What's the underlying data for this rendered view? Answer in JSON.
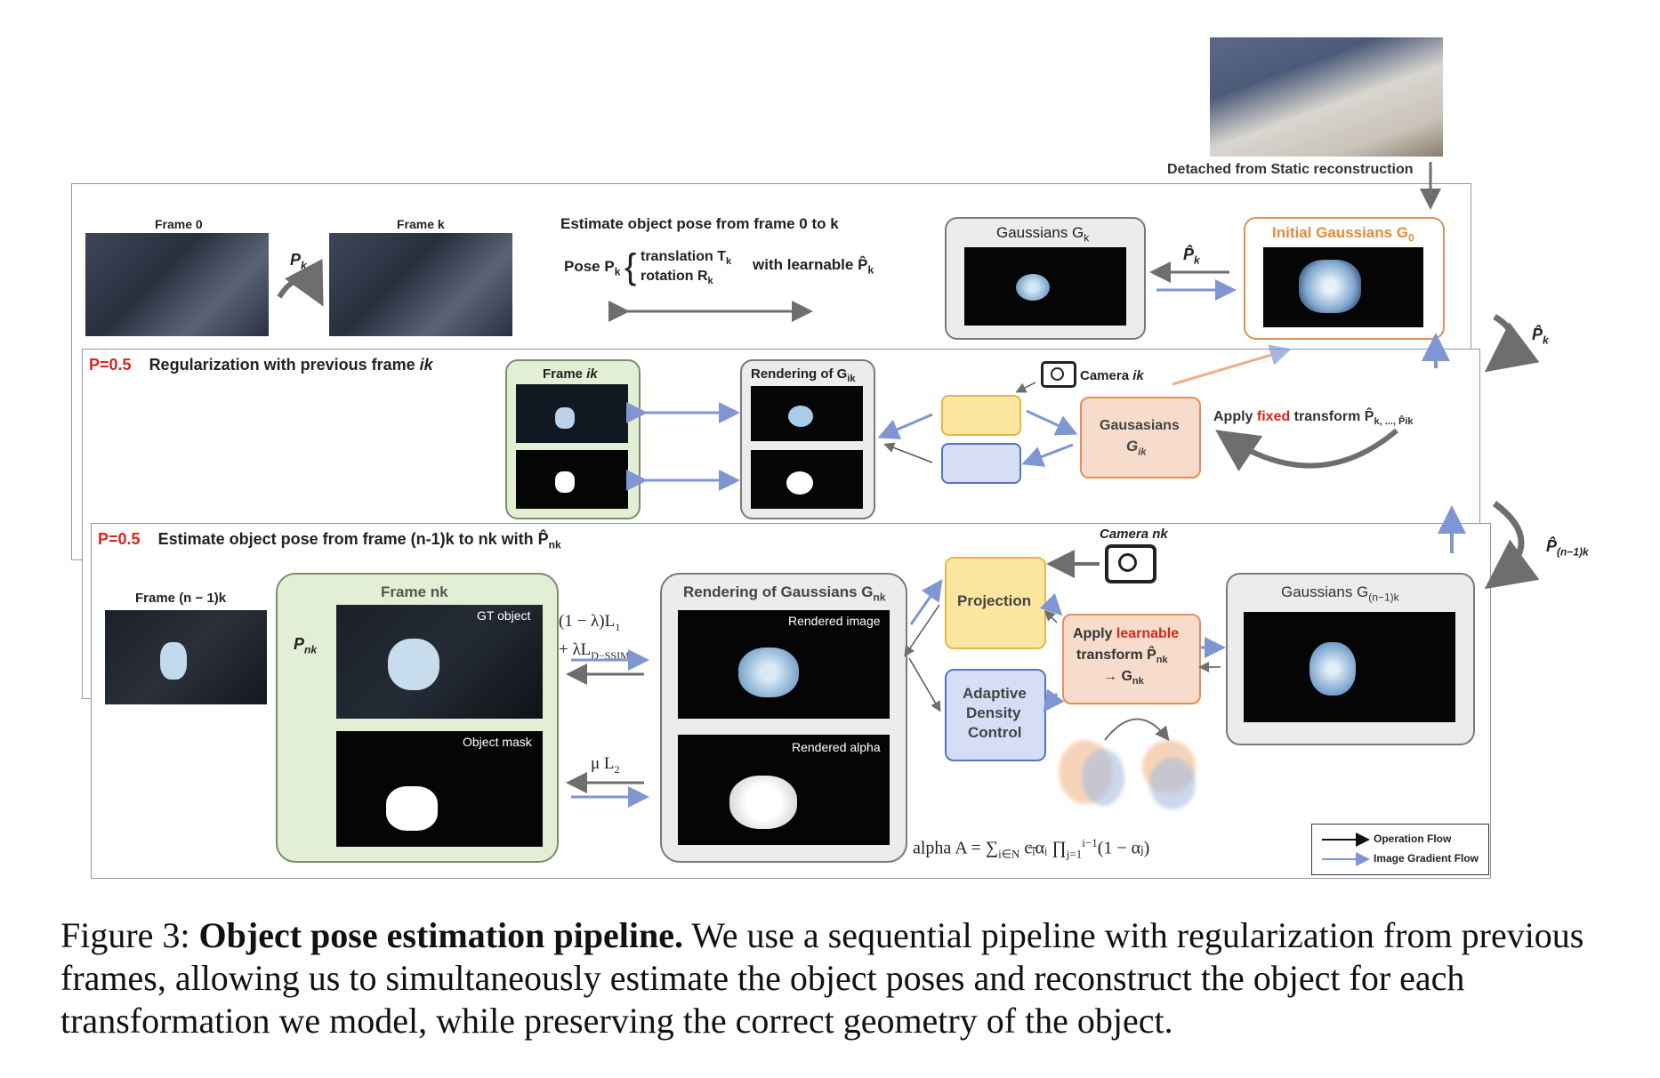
{
  "static_note": "Detached from Static reconstruction",
  "panel_top": {
    "frame0": "Frame 0",
    "framek": "Frame k",
    "pk_label": "P",
    "pk_sub": "k",
    "estimate_title": "Estimate object pose from frame 0 to k",
    "pose_label": "Pose P",
    "pose_sub": "k",
    "translation": "translation T",
    "translation_sub": "k",
    "rotation": "rotation R",
    "rotation_sub": "k",
    "learnable": "with learnable P̂",
    "learnable_sub": "k",
    "gaussians_k": "Gaussians G",
    "gaussians_k_sub": "k",
    "phat_k": "P̂",
    "phat_k_sub": "k",
    "initial_gaussians": "Initial Gaussians G",
    "initial_gaussians_sub": "0",
    "side_phat": "P̂",
    "side_phat_sub": "k"
  },
  "panel_mid": {
    "prob": "P=0.5",
    "title": "Regularization with previous frame ",
    "title_var": "ik",
    "frame_ik": "Frame ",
    "frame_ik_var": "ik",
    "rendering_gik": "Rendering of G",
    "rendering_gik_sub": "ik",
    "camera_ik": "Camera ",
    "camera_ik_var": "ik",
    "gausasians": "Gausasians",
    "gik": "G",
    "gik_sub": "ik",
    "apply_pre": "Apply ",
    "apply_fixed": "fixed",
    "apply_post": " transform P̂",
    "apply_tail": "k, ..., P̂ik"
  },
  "panel_bot": {
    "prob": "P=0.5",
    "title": "Estimate object pose from frame (n-1)k to nk with P̂",
    "title_sub": "nk",
    "frame_n1k": "Frame (n − 1)k",
    "frame_nk": "Frame nk",
    "pnk": "P",
    "pnk_sub": "nk",
    "gt_object": "GT object",
    "object_mask": "Object mask",
    "loss1_a": "(1 − λ)L",
    "loss1_a_sub": "1",
    "loss1_b": "+ λL",
    "loss1_b_sub": "D−SSIM",
    "loss2": "μ L",
    "loss2_sub": "2",
    "rendering_gnk": "Rendering of Gaussians G",
    "rendering_gnk_sub": "nk",
    "rendered_image": "Rendered image",
    "rendered_alpha": "Rendered alpha",
    "camera_nk": "Camera nk",
    "projection": "Projection",
    "adaptive": "Adaptive",
    "density": "Density",
    "control": "Control",
    "apply_pre": "Apply ",
    "apply_learnable": "learnable",
    "transform": "transform P̂",
    "transform_sub": "nk",
    "arrow_gnk": "→ G",
    "arrow_gnk_sub": "nk",
    "gaussians_n1k": "Gaussians G",
    "gaussians_n1k_sub": "(n−1)k",
    "alpha_formula": "alpha A = ∑",
    "alpha_sub": "i∈N",
    "alpha_rest": " c̶ᵢαᵢ ∏",
    "alpha_prod_sub": "j=1",
    "alpha_prod_sup": "i−1",
    "alpha_tail": "(1 − αⱼ)",
    "side_phat": "P̂",
    "side_phat_sub": "(n−1)k",
    "legend_op": "Operation Flow",
    "legend_grad": "Image Gradient Flow"
  },
  "caption": {
    "prefix": "Figure 3: ",
    "bold": "Object pose estimation pipeline.",
    "rest": " We use a sequential pipeline with regularization from previous frames, allowing us to simultaneously estimate the object poses and reconstruct the object for each transformation we model, while preserving the correct geometry of the object."
  },
  "colors": {
    "operation_flow": "#111111",
    "gradient_flow": "#7f96d2",
    "grey_arrow": "#6e6e6e",
    "red_text": "#d9261c",
    "orange_text": "#e58a3c"
  }
}
